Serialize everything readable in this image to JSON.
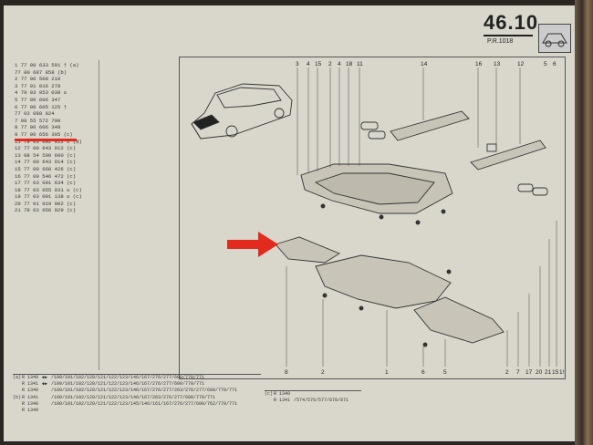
{
  "header": {
    "page_number": "46.10",
    "sub_ref": "P.R.1018"
  },
  "parts_list": [
    "1 77 00 633 591 † (a)",
    "77 00 687 858 (b)",
    "2 77 00 508 210",
    "3 77 01 016 279",
    "4 79 03 053 039 ☒",
    "5 77 00 606 347",
    "6 77 00 605 125 †",
    "77 03 088 024",
    "7 08 55 572 700",
    "8 77 00 606 348",
    "9 77 00 656 305 (c)",
    "11 79 03 092 012 ☒ (d)",
    "12 77 00 643 912 (c)",
    "13 08 54 590 600 (c)",
    "14 77 00 643 914 (c)",
    "15 77 00 660 426 (c)",
    "16 77 00 546 472 (c)",
    "17 77 03 001 634 (c)",
    "18 77 03 055 031 ☒ (c)",
    "19 77 03 001 138 ☒ (c)",
    "20 77 01 019 002 (c)",
    "21 79 03 056 029 (c)"
  ],
  "callouts_top": [
    "3",
    "4",
    "15",
    "2",
    "4",
    "18",
    "11",
    "14",
    "16",
    "13",
    "12",
    "5",
    "6"
  ],
  "callouts_bottom": [
    "8",
    "2",
    "1",
    "6",
    "5",
    "2",
    "7",
    "17",
    "20",
    "21",
    "15",
    "19"
  ],
  "application_table": [
    {
      "code": "(a)",
      "r": "R 1340",
      "mark": "◆▶",
      "models": "/100/101/102/120/121/122/123/146/167/276/277/600/770/771"
    },
    {
      "code": "",
      "r": "R 1341",
      "mark": "◆▶",
      "models": "/100/101/102/120/121/122/123/146/167/276/277/600/770/771"
    },
    {
      "code": "",
      "r": "R 1340",
      "mark": "",
      "models": "/100/101/102/120/121/122/123/146/167/276/277/263/276/277/600/770/771"
    },
    {
      "code": "(b)",
      "r": "R 1341",
      "mark": "",
      "models": "/100/101/102/120/121/122/123/146/167/263/276/277/600/770/771"
    },
    {
      "code": "",
      "r": "R 1340",
      "mark": "",
      "models": "/100/101/102/120/121/122/123/145/146/161/167/276/277/600/762/770/771"
    },
    {
      "code": "",
      "r": "R 1349",
      "mark": "",
      "models": ""
    }
  ],
  "application_table_c": [
    {
      "code": "(c)",
      "r": "R 1340",
      "models": ""
    },
    {
      "code": "",
      "r": "R 1341",
      "models": "/574/576/577/878/871"
    }
  ],
  "colors": {
    "paper": "#d9d7cc",
    "ink": "#222222",
    "highlight": "#e32a1e"
  },
  "icons": [
    "car-illustration-icon",
    "red-arrow-icon",
    "underbody-shield-illustration"
  ]
}
